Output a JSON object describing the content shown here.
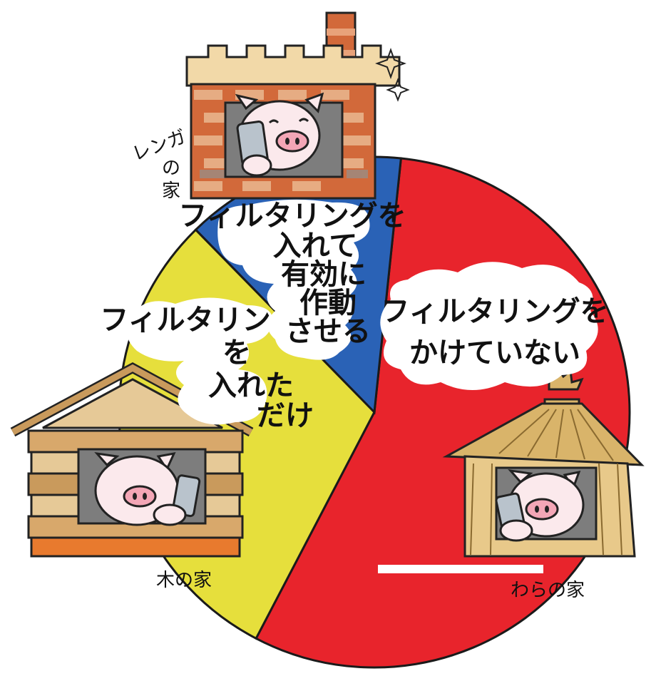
{
  "chart_data": {
    "type": "pie",
    "title": "",
    "slices": [
      {
        "name": "わらの家",
        "value": 56,
        "color": "#e8242c",
        "label_lines": [
          "フィルタリングを",
          "かけていない"
        ]
      },
      {
        "name": "木の家",
        "value": 30,
        "color": "#e6df3c",
        "label_lines": [
          "フィルタリング",
          "を",
          "入れた",
          "だけ"
        ]
      },
      {
        "name": "レンガの家",
        "value": 14,
        "color": "#2a62b6",
        "label_lines": [
          "フィルタリングを",
          "入れて",
          "有効に",
          "作動",
          "させる"
        ]
      }
    ],
    "start_angle_deg": 6,
    "legend": "none",
    "grid": false
  },
  "captions": {
    "straw": "わらの家",
    "wood": "木の家",
    "brick_line1": "レンガ",
    "brick_line2": "の",
    "brick_line3": "家"
  },
  "illustration_colors": {
    "straw": "#d9b46a",
    "wood": "#c99a5c",
    "brick": "#d2693a",
    "pig": "#f6d2d8"
  }
}
